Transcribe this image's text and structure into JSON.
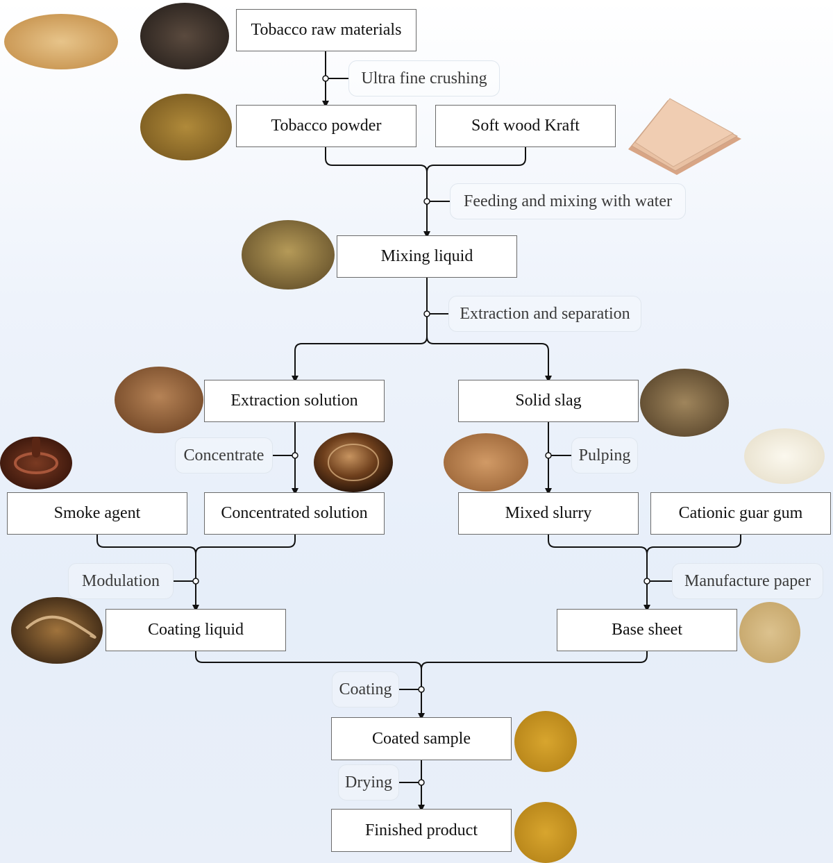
{
  "nodes": {
    "raw": "Tobacco raw materials",
    "powder": "Tobacco powder",
    "kraft": "Soft wood Kraft",
    "mixing": "Mixing liquid",
    "extraction": "Extraction solution",
    "slag": "Solid slag",
    "smoke": "Smoke agent",
    "concentrated": "Concentrated solution",
    "slurry": "Mixed slurry",
    "guar": "Cationic guar gum",
    "coating_liquid": "Coating liquid",
    "base_sheet": "Base sheet",
    "coated": "Coated sample",
    "finished": "Finished product"
  },
  "steps": {
    "crushing": "Ultra fine crushing",
    "feeding": "Feeding and mixing with water",
    "separation": "Extraction and separation",
    "concentrate": "Concentrate",
    "pulping": "Pulping",
    "modulation": "Modulation",
    "paper": "Manufacture paper",
    "coating": "Coating",
    "drying": "Drying"
  },
  "colors": {
    "line": "#111111",
    "box_border": "#6a6a6a",
    "label_text": "#3a3a3a"
  }
}
